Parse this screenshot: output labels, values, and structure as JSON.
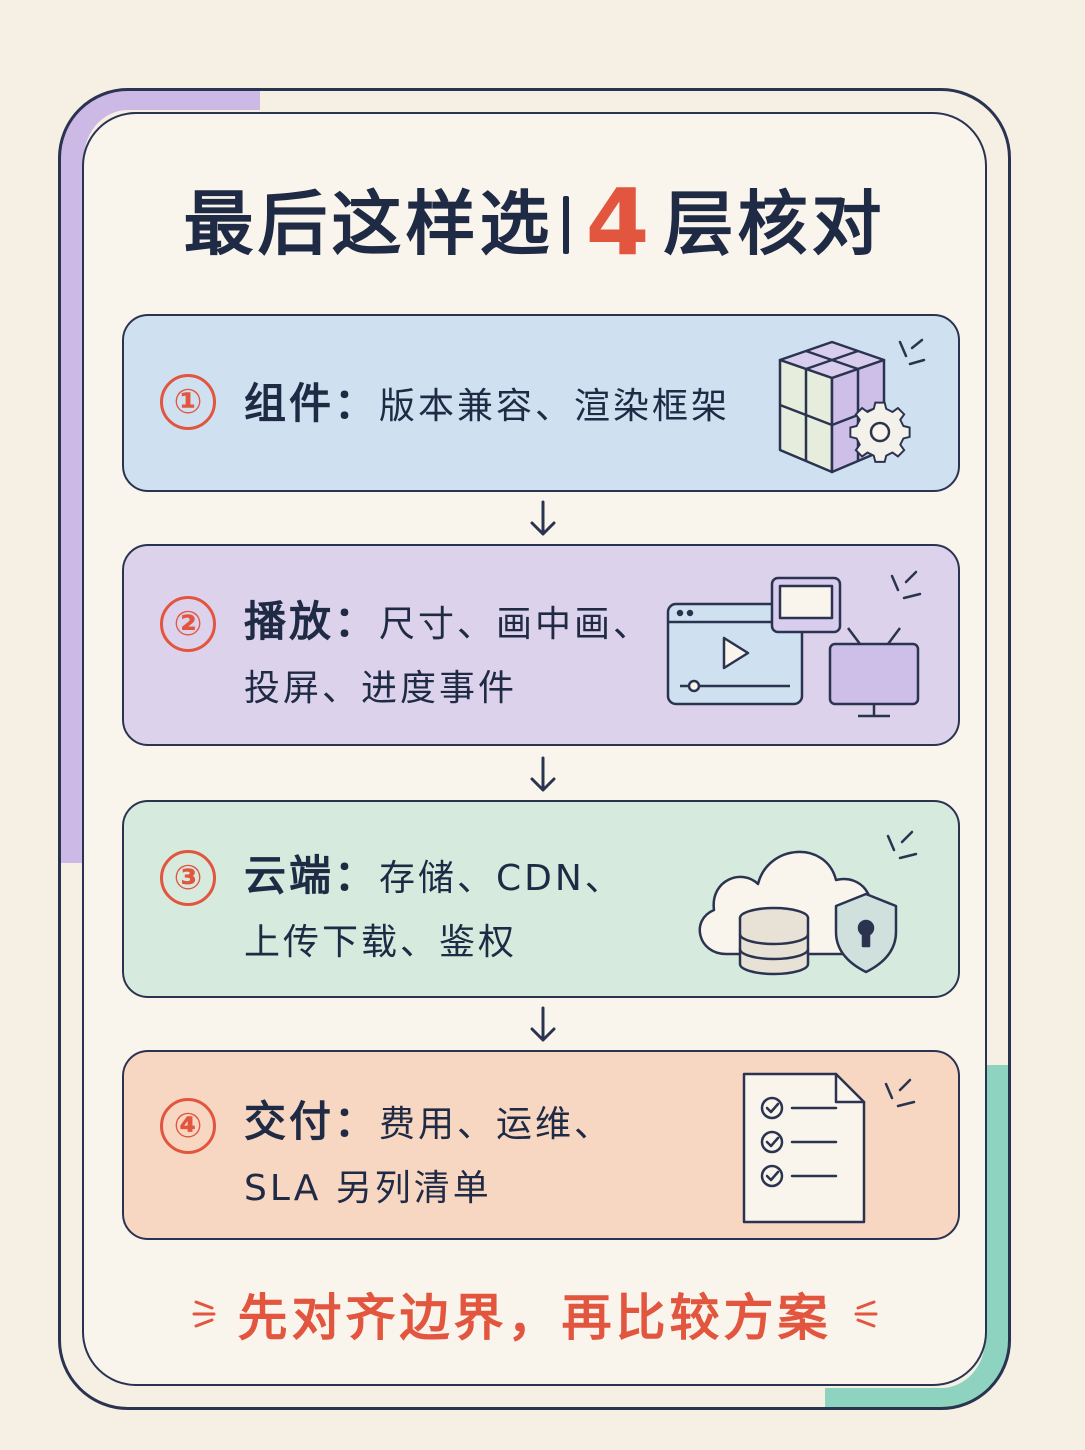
{
  "title": {
    "prefix": "最后这样选",
    "number": "4",
    "suffix": "层核对"
  },
  "cards": [
    {
      "badge": "①",
      "head": "组件：",
      "line1": "版本兼容、渲染框架",
      "line2": "",
      "color": "#cfe0f0"
    },
    {
      "badge": "②",
      "head": "播放：",
      "line1": "尺寸、画中画、",
      "line2": "投屏、进度事件",
      "color": "#ddd2ec"
    },
    {
      "badge": "③",
      "head": "云端：",
      "line1": "存储、CDN、",
      "line2": "上传下载、鉴权",
      "color": "#d6eadd"
    },
    {
      "badge": "④",
      "head": "交付：",
      "line1": "费用、运维、",
      "line2": "SLA 另列清单",
      "color": "#f7d6c2"
    }
  ],
  "footer": {
    "message": "先对齐边界，再比较方案"
  },
  "icons": {
    "card1": "cube-gear-icon",
    "card2": "video-player-tv-icon",
    "card3": "cloud-database-shield-icon",
    "card4": "checklist-document-icon"
  },
  "colors": {
    "accent_red": "#e2553f",
    "ink": "#1f2a44",
    "purple_accent": "#cdb9e6",
    "green_accent": "#8ed3bf"
  }
}
